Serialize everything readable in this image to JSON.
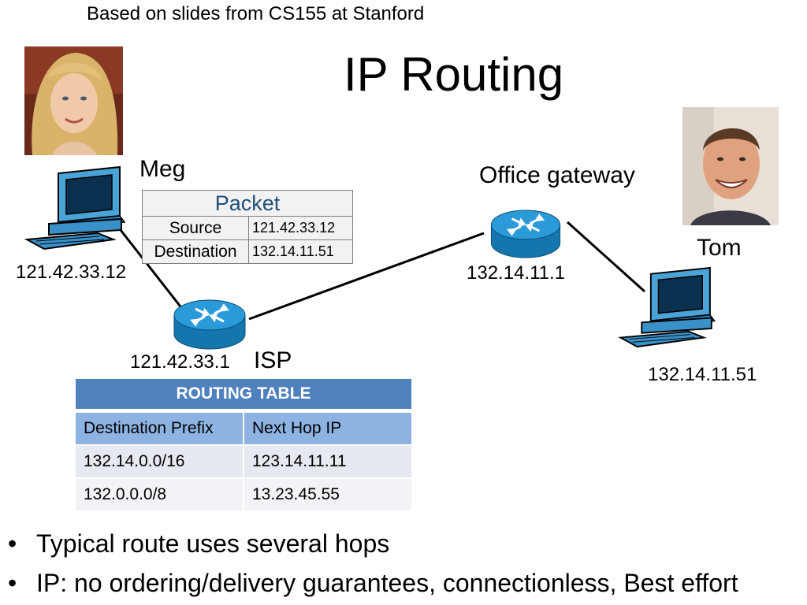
{
  "slide": {
    "credit": "Based on slides from CS155 at Stanford",
    "title": "IP Routing"
  },
  "nodes": {
    "meg": {
      "name": "Meg",
      "ip": "121.42.33.12"
    },
    "isp": {
      "name": "ISP",
      "ip": "121.42.33.1"
    },
    "office_gateway": {
      "name": "Office gateway",
      "ip": "132.14.11.1"
    },
    "tom": {
      "name": "Tom",
      "ip": "132.14.11.51"
    }
  },
  "packet": {
    "title": "Packet",
    "rows": [
      {
        "field": "Source",
        "value": "121.42.33.12"
      },
      {
        "field": "Destination",
        "value": "132.14.11.51"
      }
    ]
  },
  "routing_table": {
    "title": "ROUTING TABLE",
    "columns": [
      "Destination Prefix",
      "Next Hop IP"
    ],
    "rows": [
      [
        "132.14.0.0/16",
        "123.14.11.11"
      ],
      [
        "132.0.0.0/8",
        "13.23.45.55"
      ]
    ]
  },
  "bullets": [
    "Typical route uses several hops",
    "IP: no ordering/delivery guarantees, connectionless, Best effort"
  ],
  "colors": {
    "router": "#1b8ccc",
    "table_header": "#4f81bd",
    "table_column_header": "#8db3e2",
    "packet_title": "#1f4e79"
  }
}
